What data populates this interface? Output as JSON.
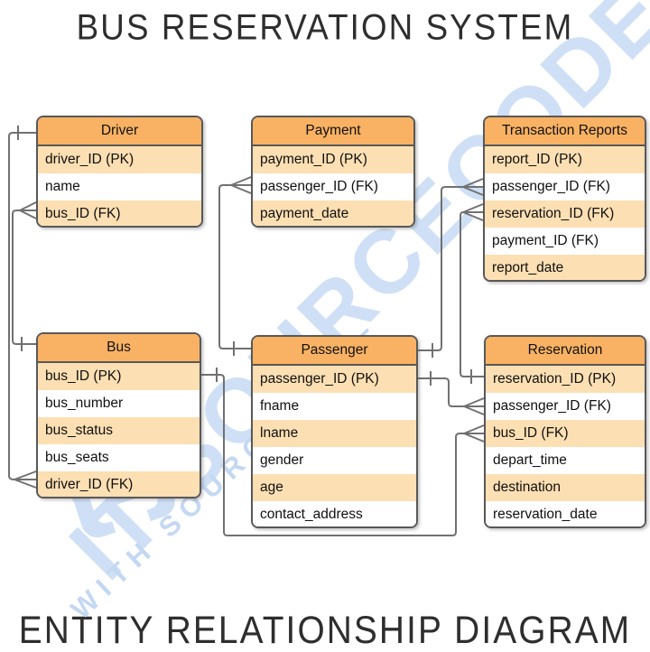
{
  "titles": {
    "top": "BUS RESERVATION SYSTEM",
    "bottom": "ENTITY RELATIONSHIP DIAGRAM"
  },
  "watermark": {
    "big_text": "IT SOURCECODE",
    "small_text": "WITH SOURCE CODE",
    "logo_glyph": "{:}"
  },
  "colors": {
    "header_fill": "#f9b263",
    "row_alt_fill": "#fcdfb3",
    "table_border": "#585858",
    "connector_line": "#717171",
    "watermark_blue": "#cfe0f6",
    "title_text": "#2e2e2e"
  },
  "tables": [
    {
      "title": "Driver",
      "rows": [
        "driver_ID (PK)",
        "name",
        "bus_ID (FK)"
      ]
    },
    {
      "title": "Payment",
      "rows": [
        "payment_ID (PK)",
        "passenger_ID (FK)",
        "payment_date"
      ]
    },
    {
      "title": "Transaction Reports",
      "rows": [
        "report_ID (PK)",
        "passenger_ID (FK)",
        "reservation_ID (FK)",
        "payment_ID (FK)",
        "report_date"
      ]
    },
    {
      "title": "Bus",
      "rows": [
        "bus_ID (PK)",
        "bus_number",
        "bus_status",
        "bus_seats",
        "driver_ID (FK)"
      ]
    },
    {
      "title": "Passenger",
      "rows": [
        "passenger_ID (PK)",
        "fname",
        "lname",
        "gender",
        "age",
        "contact_address"
      ]
    },
    {
      "title": "Reservation",
      "rows": [
        "reservation_ID (PK)",
        "passenger_ID (FK)",
        "bus_ID (FK)",
        "depart_time",
        "destination",
        "reservation_date"
      ]
    }
  ],
  "relationships": [
    "Driver (1) — Bus.driver_ID (many)",
    "Bus (1) — Driver.bus_ID (many)",
    "Passenger (1) — Payment.passenger_ID (many)",
    "Passenger (1) — TransactionReports.passenger_ID (many)",
    "Reservation (1) — TransactionReports.reservation_ID (many)",
    "Passenger (1) — Reservation.passenger_ID (many)",
    "Bus (1) — Reservation.bus_ID (many)"
  ]
}
